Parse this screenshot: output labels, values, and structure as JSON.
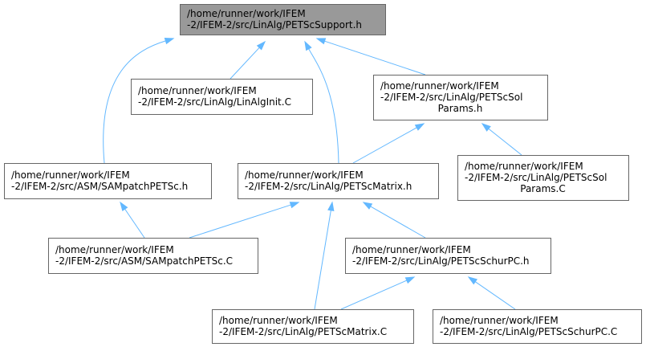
{
  "nodes": [
    {
      "id": "petsc_support_h",
      "lines": [
        "/home/runner/work/IFEM",
        "-2/IFEM-2/src/LinAlg/PETScSupport.h"
      ],
      "root": true
    },
    {
      "id": "linalginit_c",
      "lines": [
        "/home/runner/work/IFEM",
        "-2/IFEM-2/src/LinAlg/LinAlgInit.C"
      ],
      "root": false
    },
    {
      "id": "petscsolparams_h",
      "lines": [
        "/home/runner/work/IFEM",
        "-2/IFEM-2/src/LinAlg/PETScSol",
        "Params.h"
      ],
      "root": false
    },
    {
      "id": "sampatchpetsc_h",
      "lines": [
        "/home/runner/work/IFEM",
        "-2/IFEM-2/src/ASM/SAMpatchPETSc.h"
      ],
      "root": false
    },
    {
      "id": "petscmatrix_h",
      "lines": [
        "/home/runner/work/IFEM",
        "-2/IFEM-2/src/LinAlg/PETScMatrix.h"
      ],
      "root": false
    },
    {
      "id": "petscsolparams_c",
      "lines": [
        "/home/runner/work/IFEM",
        "-2/IFEM-2/src/LinAlg/PETScSol",
        "Params.C"
      ],
      "root": false
    },
    {
      "id": "sampatchpetsc_c",
      "lines": [
        "/home/runner/work/IFEM",
        "-2/IFEM-2/src/ASM/SAMpatchPETSc.C"
      ],
      "root": false
    },
    {
      "id": "petscschurpc_h",
      "lines": [
        "/home/runner/work/IFEM",
        "-2/IFEM-2/src/LinAlg/PETScSchurPC.h"
      ],
      "root": false
    },
    {
      "id": "petscmatrix_c",
      "lines": [
        "/home/runner/work/IFEM",
        "-2/IFEM-2/src/LinAlg/PETScMatrix.C"
      ],
      "root": false
    },
    {
      "id": "petscschurpc_c",
      "lines": [
        "/home/runner/work/IFEM",
        "-2/IFEM-2/src/LinAlg/PETScSchurPC.C"
      ],
      "root": false
    }
  ],
  "edges": [
    {
      "from": "linalginit_c",
      "to": "petsc_support_h"
    },
    {
      "from": "petscsolparams_h",
      "to": "petsc_support_h"
    },
    {
      "from": "sampatchpetsc_h",
      "to": "petsc_support_h"
    },
    {
      "from": "petscmatrix_h",
      "to": "petsc_support_h"
    },
    {
      "from": "petscmatrix_h",
      "to": "petscsolparams_h"
    },
    {
      "from": "petscsolparams_c",
      "to": "petscsolparams_h"
    },
    {
      "from": "sampatchpetsc_c",
      "to": "sampatchpetsc_h"
    },
    {
      "from": "sampatchpetsc_c",
      "to": "petscmatrix_h"
    },
    {
      "from": "petscschurpc_h",
      "to": "petscmatrix_h"
    },
    {
      "from": "petscmatrix_c",
      "to": "petscmatrix_h"
    },
    {
      "from": "petscmatrix_c",
      "to": "petscschurpc_h"
    },
    {
      "from": "petscschurpc_c",
      "to": "petscschurpc_h"
    }
  ],
  "colors": {
    "edge": "#63b8ff",
    "root_fill": "#999999",
    "node_border": "#666666"
  }
}
